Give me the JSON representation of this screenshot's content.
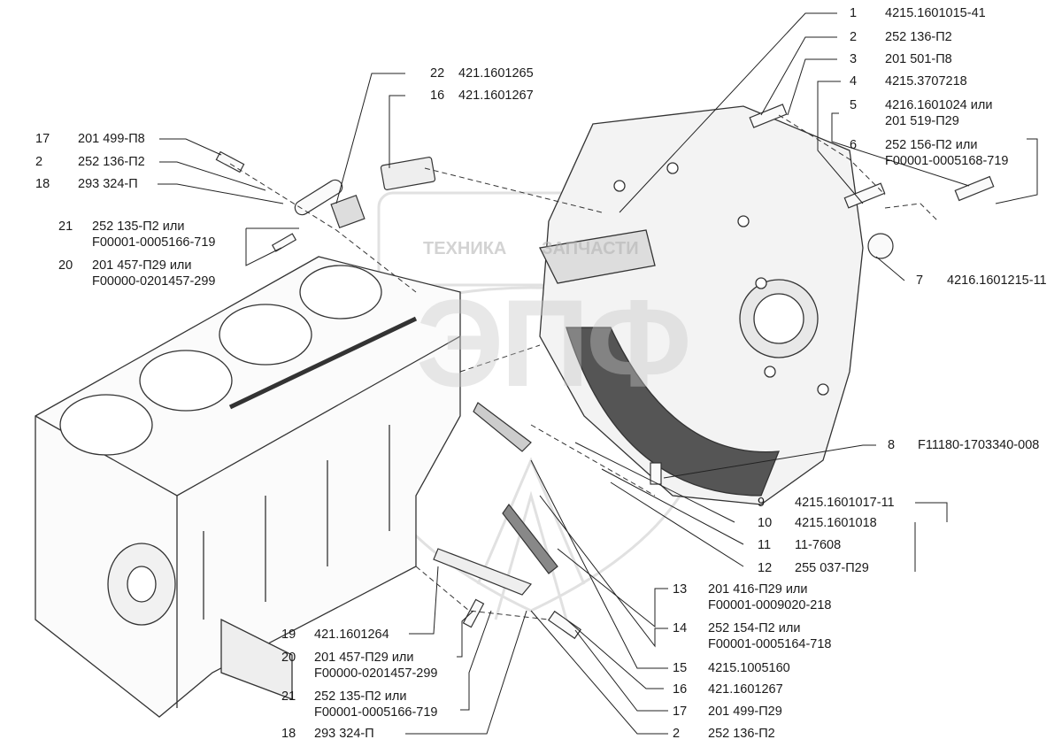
{
  "watermark": {
    "left": "ТЕХНИКА",
    "right": "ЗАПЧАСТИ",
    "monogram": "ЭПФ"
  },
  "callouts": [
    {
      "num": "1",
      "part": "4215.1601015-41"
    },
    {
      "num": "2",
      "part": "252 136-П2"
    },
    {
      "num": "3",
      "part": "201 501-П8"
    },
    {
      "num": "4",
      "part": "4215.3707218"
    },
    {
      "num": "5",
      "part": "4216.1601024 или",
      "alt": "201 519-П29"
    },
    {
      "num": "6",
      "part": "252 156-П2 или",
      "alt": "F00001-0005168-719"
    },
    {
      "num": "7",
      "part": "4216.1601215-11"
    },
    {
      "num": "8",
      "part": "F11180-1703340-008"
    },
    {
      "num": "9",
      "part": "4215.1601017-11"
    },
    {
      "num": "10",
      "part": "4215.1601018"
    },
    {
      "num": "11",
      "part": "11-7608"
    },
    {
      "num": "12",
      "part": "255 037-П29"
    },
    {
      "num": "13",
      "part": "201 416-П29 или",
      "alt": "F00001-0009020-218"
    },
    {
      "num": "14",
      "part": "252 154-П2 или",
      "alt": "F00001-0005164-718"
    },
    {
      "num": "15",
      "part": "4215.1005160"
    },
    {
      "num": "16",
      "part": "421.1601267"
    },
    {
      "num": "17",
      "part": "201 499-П29"
    },
    {
      "num": "2",
      "part": "252 136-П2"
    },
    {
      "num": "19",
      "part": "421.1601264"
    },
    {
      "num": "20",
      "part": "201 457-П29 или",
      "alt": "F00000-0201457-299"
    },
    {
      "num": "21",
      "part": "252 135-П2 или",
      "alt": "F00001-0005166-719"
    },
    {
      "num": "18",
      "part": "293 324-П"
    },
    {
      "num": "22",
      "part": "421.1601265"
    },
    {
      "num": "16",
      "part": "421.1601267"
    },
    {
      "num": "17",
      "part": "201 499-П8"
    },
    {
      "num": "2",
      "part": "252 136-П2"
    },
    {
      "num": "18",
      "part": "293 324-П"
    },
    {
      "num": "21",
      "part": "252 135-П2 или",
      "alt": "F00001-0005166-719"
    },
    {
      "num": "20",
      "part": "201 457-П29 или",
      "alt": "F00000-0201457-299"
    }
  ]
}
